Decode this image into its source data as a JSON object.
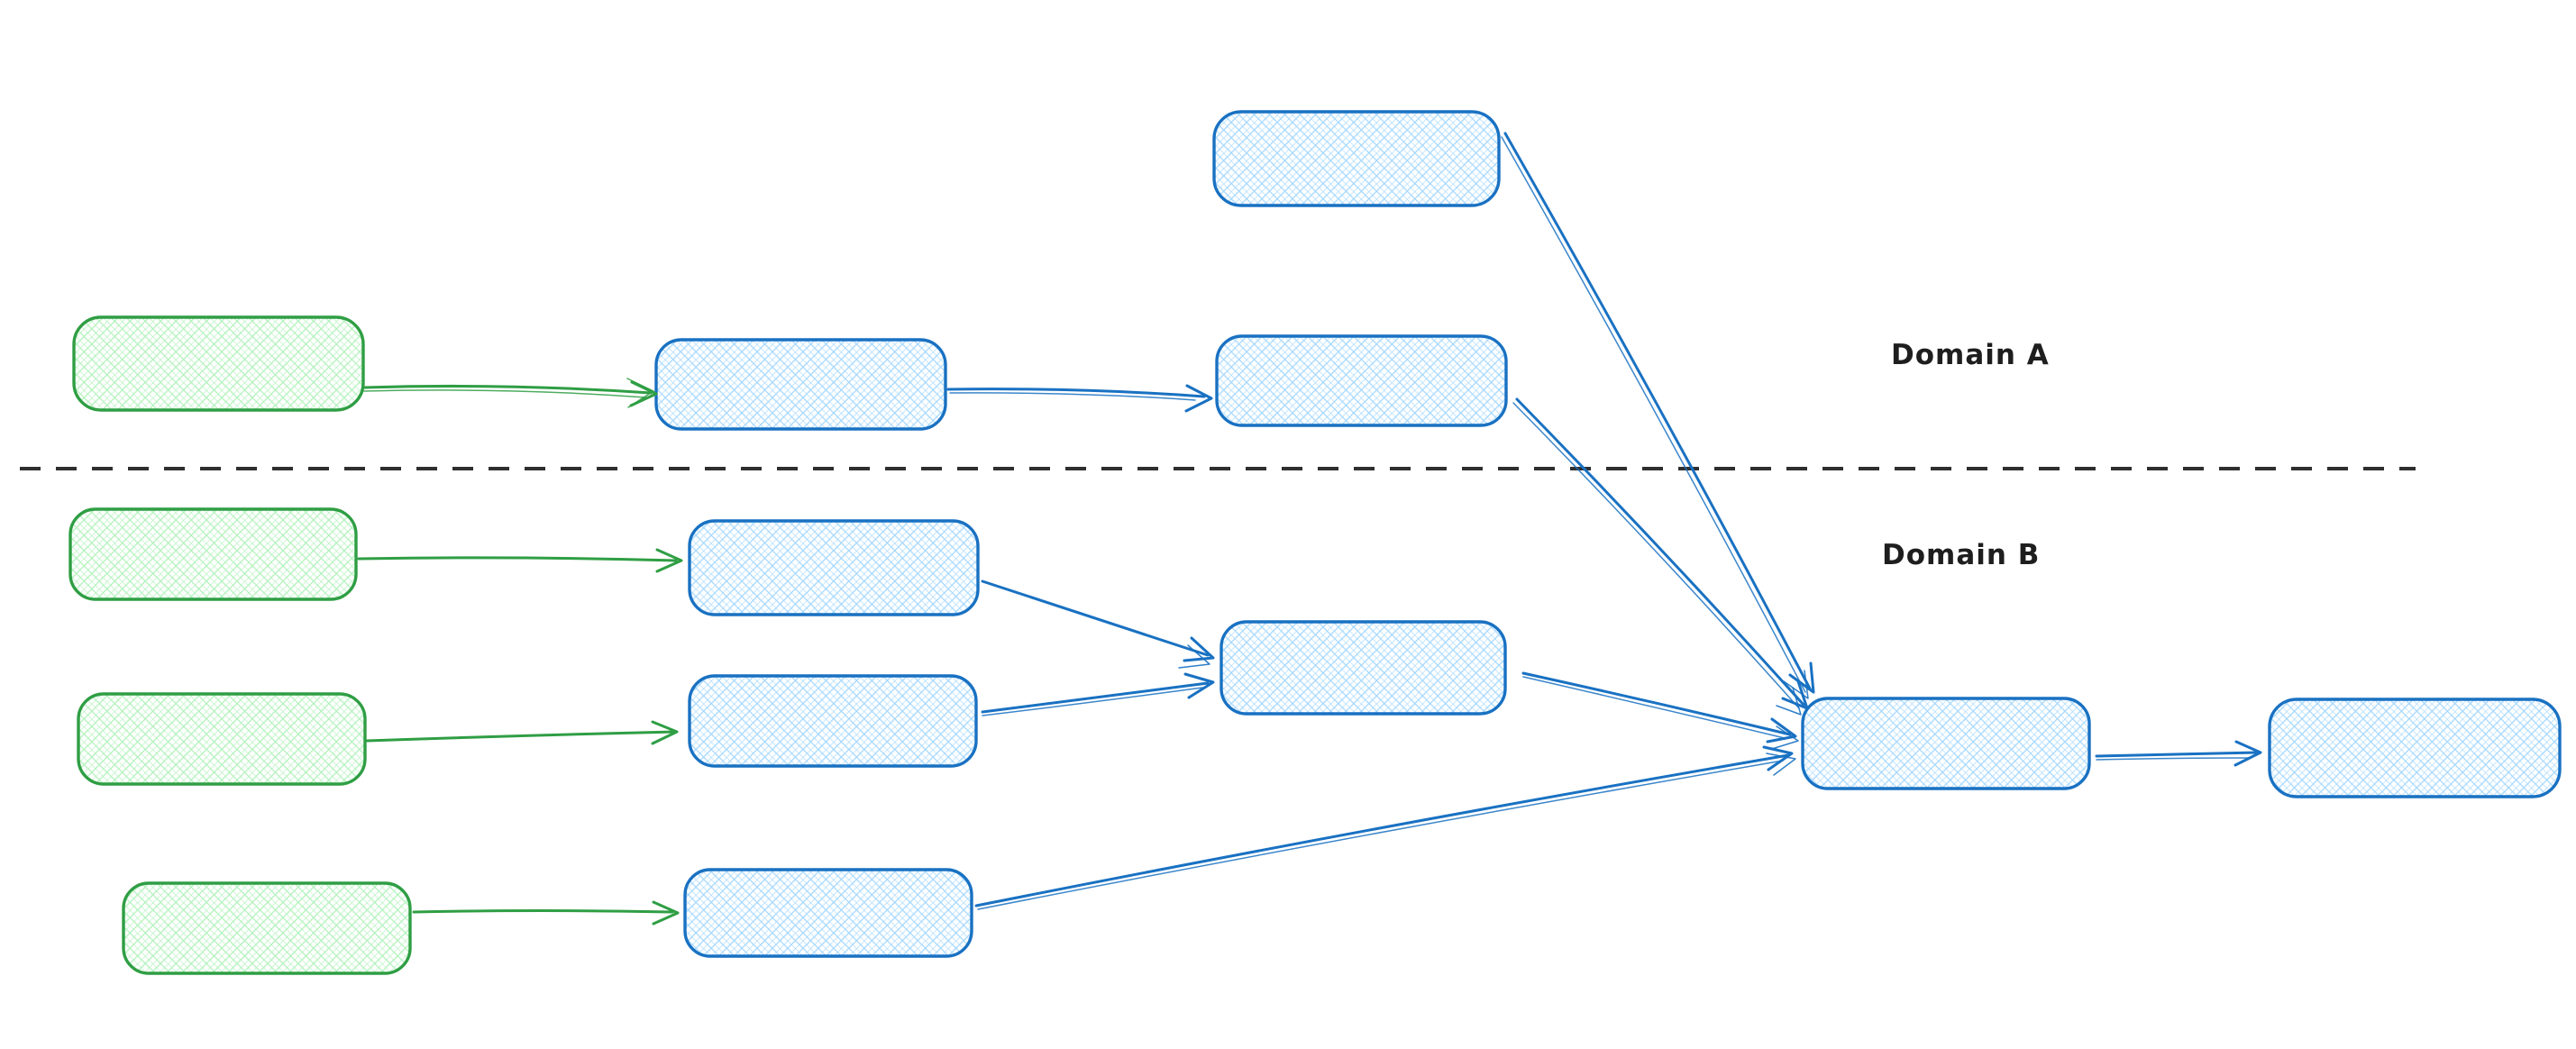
{
  "diagram": {
    "labels": {
      "domain_a": "Domain A",
      "domain_b": "Domain B"
    },
    "colors": {
      "background": "#ffffff",
      "blue_stroke": "#1971c2",
      "blue_fill": "#a5d8ff",
      "green_stroke": "#2f9e44",
      "green_fill": "#b2f2bb",
      "divider": "#2f2f2f",
      "label_text": "#1e1e1e"
    },
    "divider_style": "dashed",
    "nodes": [
      {
        "id": "domain-a-top",
        "domain": "A",
        "color": "blue",
        "text": ""
      },
      {
        "id": "domain-a-input",
        "domain": "A",
        "color": "green",
        "text": ""
      },
      {
        "id": "domain-a-stage-1",
        "domain": "A",
        "color": "blue",
        "text": ""
      },
      {
        "id": "domain-a-stage-2",
        "domain": "A",
        "color": "blue",
        "text": ""
      },
      {
        "id": "domain-b-input-1",
        "domain": "B",
        "color": "green",
        "text": ""
      },
      {
        "id": "domain-b-stage-1a",
        "domain": "B",
        "color": "blue",
        "text": ""
      },
      {
        "id": "domain-b-input-2",
        "domain": "B",
        "color": "green",
        "text": ""
      },
      {
        "id": "domain-b-stage-1b",
        "domain": "B",
        "color": "blue",
        "text": ""
      },
      {
        "id": "domain-b-merge",
        "domain": "B",
        "color": "blue",
        "text": ""
      },
      {
        "id": "domain-b-input-3",
        "domain": "B",
        "color": "green",
        "text": ""
      },
      {
        "id": "domain-b-stage-1c",
        "domain": "B",
        "color": "blue",
        "text": ""
      },
      {
        "id": "merge-hub",
        "domain": "B",
        "color": "blue",
        "text": ""
      },
      {
        "id": "output",
        "domain": "B",
        "color": "blue",
        "text": ""
      }
    ],
    "edges": [
      {
        "from": "domain-a-input",
        "to": "domain-a-stage-1",
        "color": "green"
      },
      {
        "from": "domain-a-stage-1",
        "to": "domain-a-stage-2",
        "color": "blue"
      },
      {
        "from": "domain-a-top",
        "to": "merge-hub",
        "color": "blue"
      },
      {
        "from": "domain-a-stage-2",
        "to": "merge-hub",
        "color": "blue"
      },
      {
        "from": "domain-b-input-1",
        "to": "domain-b-stage-1a",
        "color": "green"
      },
      {
        "from": "domain-b-stage-1a",
        "to": "domain-b-merge",
        "color": "blue"
      },
      {
        "from": "domain-b-input-2",
        "to": "domain-b-stage-1b",
        "color": "green"
      },
      {
        "from": "domain-b-stage-1b",
        "to": "domain-b-merge",
        "color": "blue"
      },
      {
        "from": "domain-b-merge",
        "to": "merge-hub",
        "color": "blue"
      },
      {
        "from": "domain-b-input-3",
        "to": "domain-b-stage-1c",
        "color": "green"
      },
      {
        "from": "domain-b-stage-1c",
        "to": "merge-hub",
        "color": "blue"
      },
      {
        "from": "merge-hub",
        "to": "output",
        "color": "blue"
      }
    ]
  }
}
